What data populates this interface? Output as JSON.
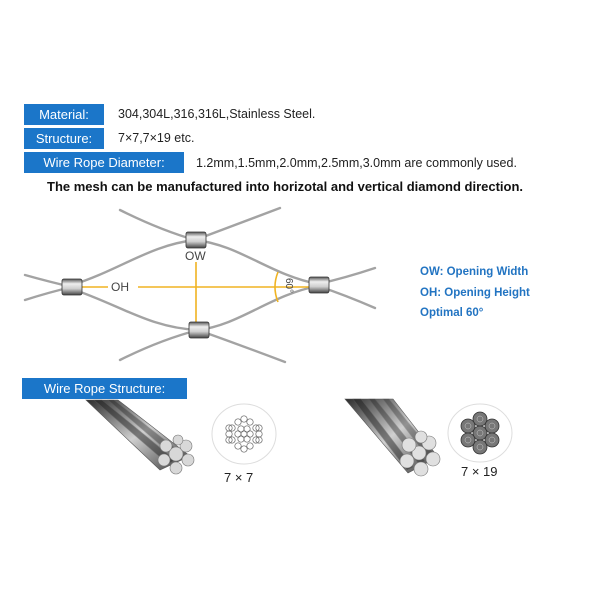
{
  "specs": {
    "material": {
      "label": "Material:",
      "value": "304,304L,316,316L,Stainless Steel."
    },
    "structure": {
      "label": "Structure:",
      "value": "7×7,7×19 etc."
    },
    "diameter": {
      "label": "Wire Rope Diameter:",
      "value": "1.2mm,1.5mm,2.0mm,2.5mm,3.0mm are commonly used."
    }
  },
  "lead_text": "The mesh can be manufactured into horizotal and vertical diamond direction.",
  "diagram": {
    "ow_label": "OW",
    "oh_label": "OH",
    "angle_label": "60°",
    "legend": [
      "OW: Opening Width",
      "OH: Opening Height",
      "Optimal 60°"
    ]
  },
  "structure_section": {
    "title": "Wire Rope Structure:",
    "items": [
      {
        "label": "7 × 7"
      },
      {
        "label": "7 × 19"
      }
    ]
  },
  "colors": {
    "tag_blue": "#1b76c9",
    "legend_blue": "#2274c2",
    "dimension_yellow": "#f0b322",
    "wire_gray": "#9a9a9a"
  }
}
